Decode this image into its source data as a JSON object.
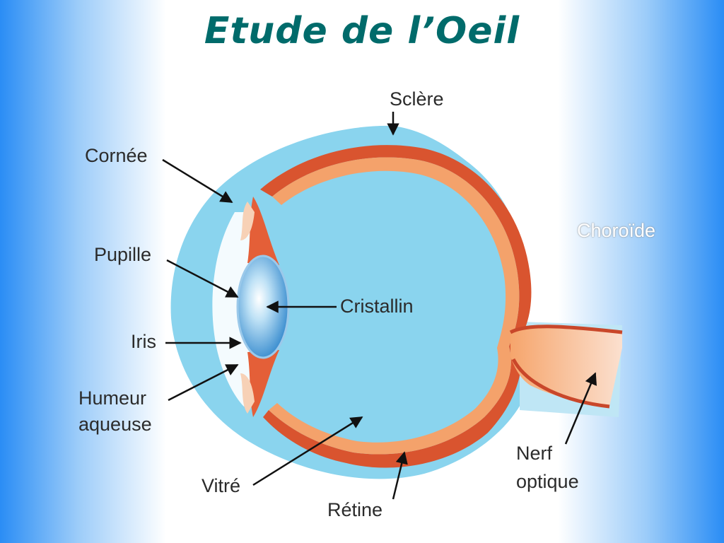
{
  "title": "Etude de l’Oeil",
  "labels": {
    "sclere": "Sclère",
    "cornee": "Cornée",
    "choroide": "Choroïde",
    "pupille": "Pupille",
    "cristallin": "Cristallin",
    "iris": "Iris",
    "humeur_line1": "Humeur",
    "humeur_line2": "aqueuse",
    "nerf_line1": "Nerf",
    "nerf_line2": "optique",
    "vitre": "Vitré",
    "retine": "Rétine"
  },
  "colors": {
    "title": "#006b6b",
    "sclera": "#8ad4ee",
    "choroid_outer": "#c9472a",
    "choroid_inner": "#f4a26b",
    "lens": "#5aa7e0",
    "background_edge": "#2a8df5"
  }
}
